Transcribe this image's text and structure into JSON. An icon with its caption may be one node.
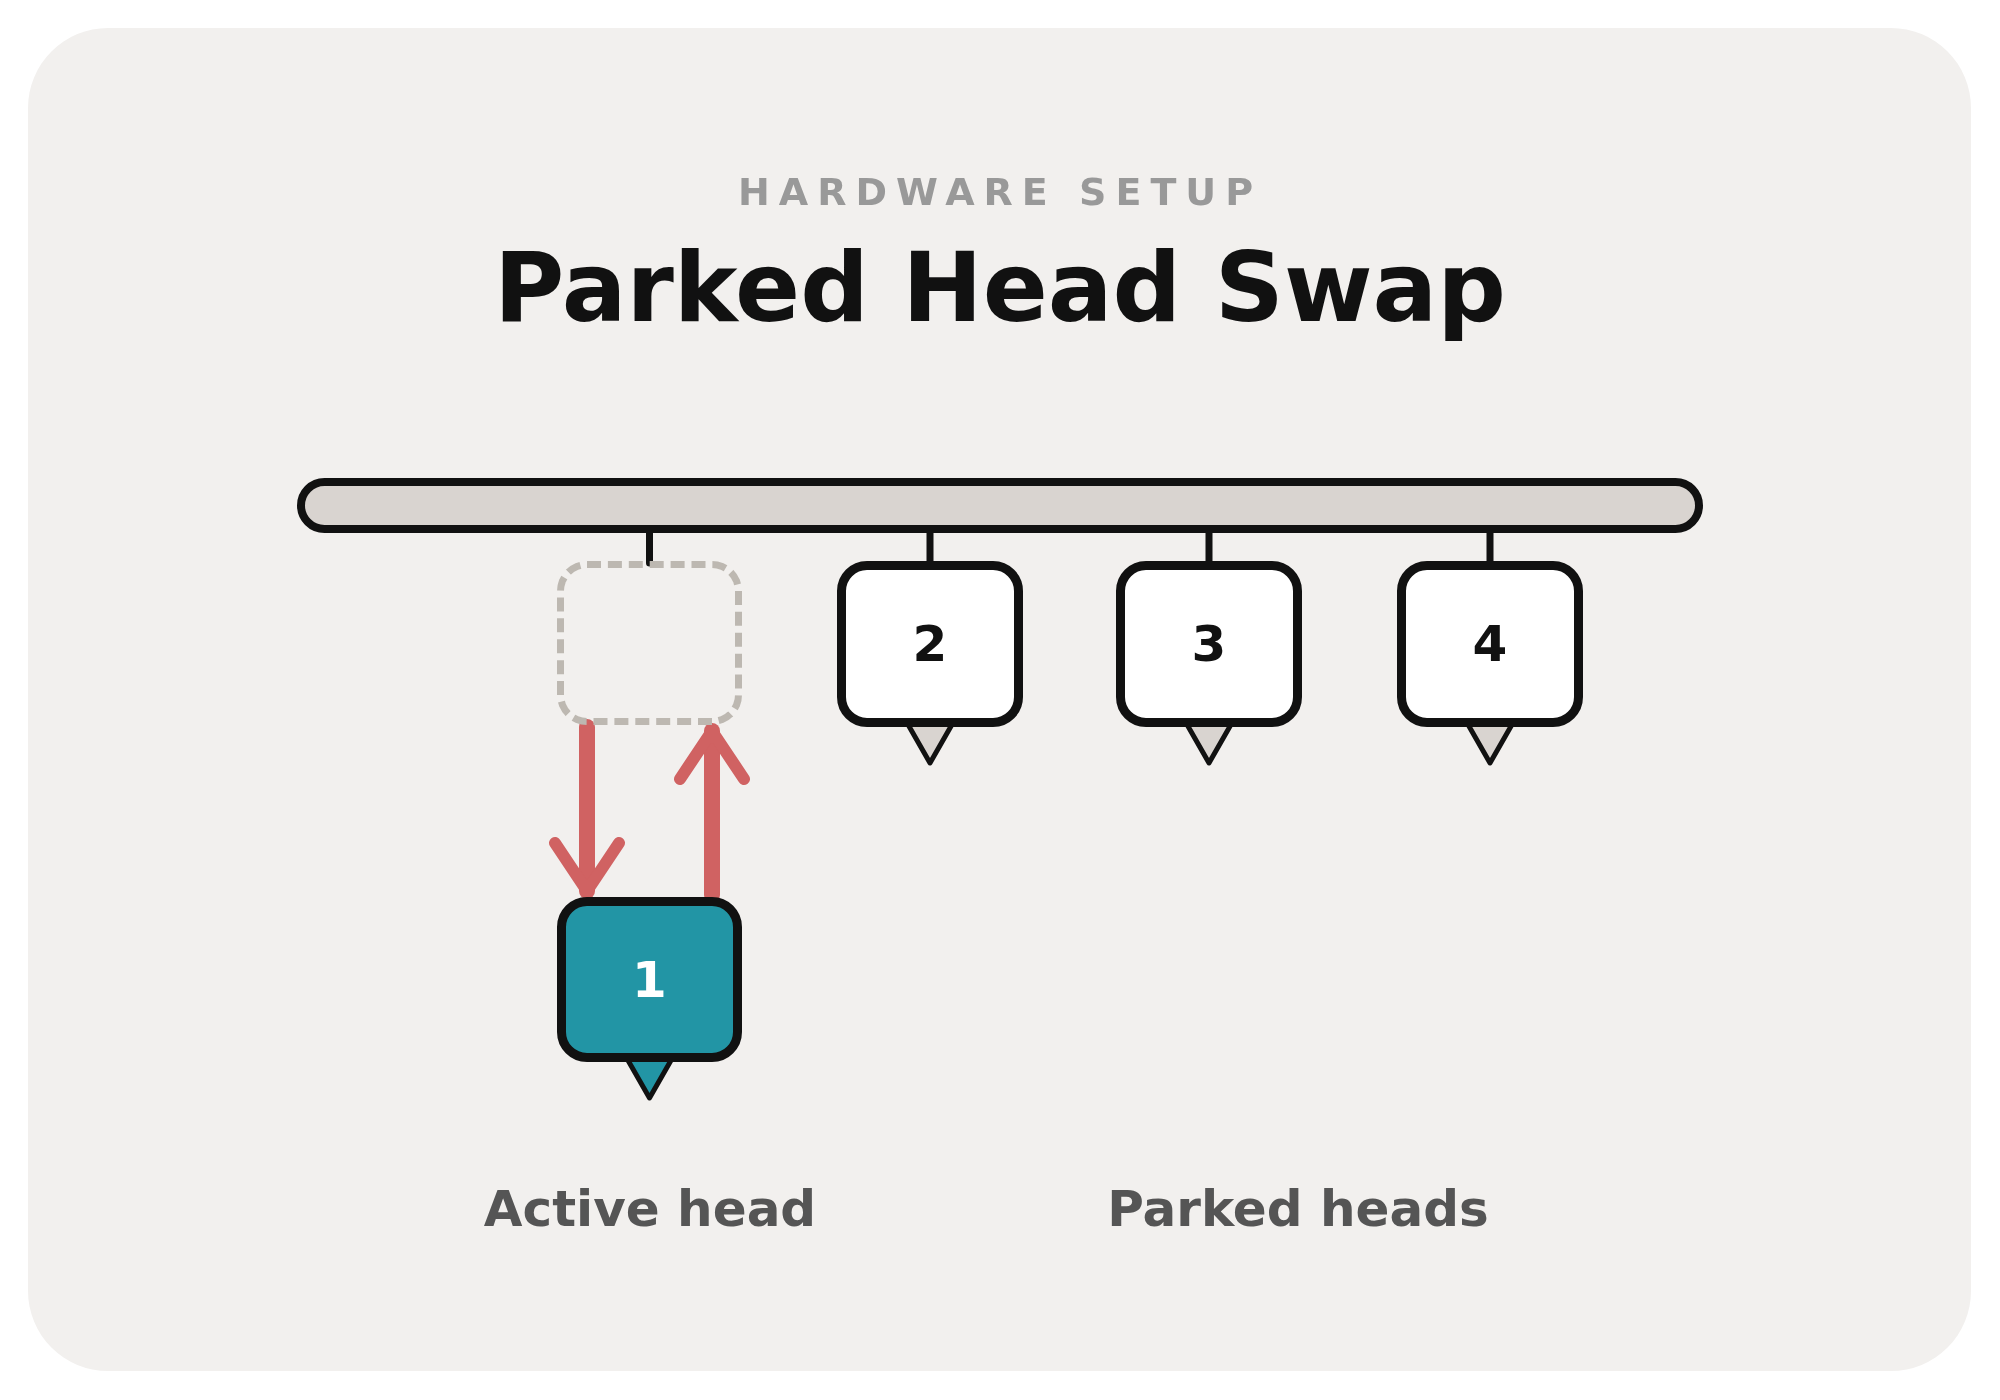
{
  "diagram": {
    "title": "Parked Head Swap",
    "nodes": [
      {
        "text": [],
        "shape": "bar"
      },
      {
        "text": [],
        "shape": "box"
      },
      {
        "text": [
          "2"
        ]
      },
      {
        "text": [
          "3"
        ]
      },
      {
        "text": [
          "4"
        ]
      },
      {
        "text": [
          "1"
        ]
      }
    ],
    "edges": [
      {
        "from": 0,
        "to": 1,
        "arrow": "none"
      },
      {
        "from": 0,
        "to": 2,
        "arrow": "none"
      },
      {
        "from": 0,
        "to": 3,
        "arrow": "none"
      },
      {
        "from": 0,
        "to": 4,
        "arrow": "none"
      },
      {
        "from": 1,
        "to": 5,
        "arrow": "to",
        "color": "#d06262",
        "style": "thick"
      },
      {
        "from": 5,
        "to": 1,
        "arrow": "to",
        "color": "#d06262",
        "style": "thick"
      }
    ],
    "labels": [
      "HARDWARE SETUP",
      "Active head",
      "Parked heads"
    ]
  }
}
